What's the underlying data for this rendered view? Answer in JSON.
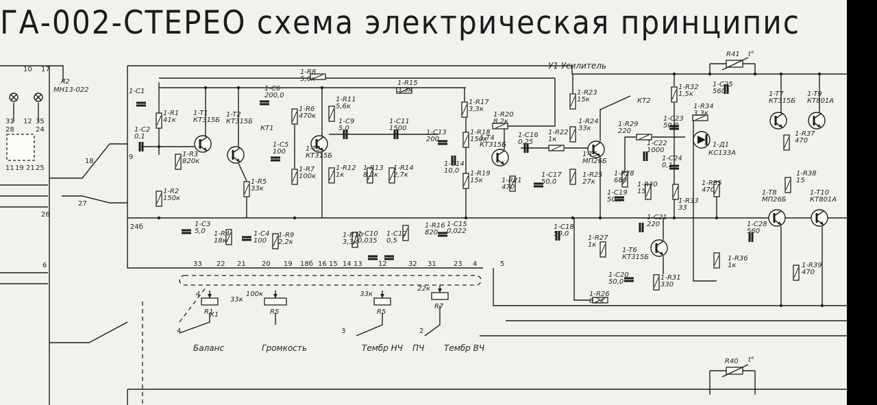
{
  "title": "ГА-002-СТЕРЕО схема электрическая принципис",
  "lamp": {
    "ref": "Л2",
    "type": "МН13-022"
  },
  "block": {
    "label": "У1 Усилитель"
  },
  "controls": [
    {
      "id": "balance",
      "label": "Баланс",
      "ref": "R1",
      "pin": "4"
    },
    {
      "id": "volume",
      "label": "Громкость",
      "ref": "R5",
      "pin": ""
    },
    {
      "id": "bass",
      "label": "Тембр НЧ",
      "ref": "R5",
      "pin": "3"
    },
    {
      "id": "treble",
      "label": "Тембр ВЧ",
      "ref": "R7",
      "pin": "2"
    }
  ],
  "transistors": [
    {
      "ref": "1-T1",
      "type": "КТ315Б"
    },
    {
      "ref": "1-T2",
      "type": "КТ315Б"
    },
    {
      "ref": "1-T3",
      "type": "КТ315Б"
    },
    {
      "ref": "1-T4",
      "type": "КТ315Б"
    },
    {
      "ref": "1-T5",
      "type": "МП26Б"
    },
    {
      "ref": "1-T6",
      "type": "КТ315Б"
    },
    {
      "ref": "1-T7",
      "type": "КТ315Б"
    },
    {
      "ref": "1-T8",
      "type": "МП26Б"
    },
    {
      "ref": "1-T9",
      "type": "КТ801А"
    },
    {
      "ref": "1-T10",
      "type": "КТ801А"
    }
  ],
  "diode": {
    "ref": "1-Д1",
    "type": "КС133А"
  },
  "resistors": [
    {
      "ref": "1-R1",
      "value": "41к"
    },
    {
      "ref": "1-R2",
      "value": "150к"
    },
    {
      "ref": "1-R3",
      "value": "820к"
    },
    {
      "ref": "1-R4",
      "value": "18к"
    },
    {
      "ref": "1-R5",
      "value": "33к"
    },
    {
      "ref": "1-R6",
      "value": "470к"
    },
    {
      "ref": "1-R7",
      "value": "100к"
    },
    {
      "ref": "1-R8",
      "value": "5,6к"
    },
    {
      "ref": "1-R9",
      "value": "2,2к"
    },
    {
      "ref": "1-R10",
      "value": "3,3к"
    },
    {
      "ref": "1-R11",
      "value": "5,6к"
    },
    {
      "ref": "1-R12",
      "value": "1к"
    },
    {
      "ref": "1-R13",
      "value": "8,2к"
    },
    {
      "ref": "1-R14",
      "value": "2,7к"
    },
    {
      "ref": "1-R15",
      "value": "3,3к"
    },
    {
      "ref": "1-R16",
      "value": "820"
    },
    {
      "ref": "1-R17",
      "value": "3,3к"
    },
    {
      "ref": "1-R18",
      "value": "150к"
    },
    {
      "ref": "1-R19",
      "value": "15к"
    },
    {
      "ref": "1-R20",
      "value": "8,2к"
    },
    {
      "ref": "1-R21",
      "value": "470"
    },
    {
      "ref": "1-R22",
      "value": "1к"
    },
    {
      "ref": "1-R23",
      "value": "15к"
    },
    {
      "ref": "1-R24",
      "value": "33к"
    },
    {
      "ref": "1-R25",
      "value": "27к"
    },
    {
      "ref": "1-R26",
      "value": "8,2к"
    },
    {
      "ref": "1-R27",
      "value": "1к"
    },
    {
      "ref": "1-R28",
      "value": "680"
    },
    {
      "ref": "1-R29",
      "value": "220"
    },
    {
      "ref": "1-R30",
      "value": "15"
    },
    {
      "ref": "1-R31",
      "value": "330"
    },
    {
      "ref": "1-R32",
      "value": "1,5к"
    },
    {
      "ref": "1-R33",
      "value": "33"
    },
    {
      "ref": "1-R34",
      "value": "3,3к"
    },
    {
      "ref": "1-R35",
      "value": "470"
    },
    {
      "ref": "1-R36",
      "value": "1к"
    },
    {
      "ref": "1-R37",
      "value": "470"
    },
    {
      "ref": "1-R38",
      "value": "15"
    },
    {
      "ref": "1-R39",
      "value": "470"
    }
  ],
  "capacitors": [
    {
      "ref": "1-C1",
      "value": ""
    },
    {
      "ref": "1-C2",
      "value": "0,1"
    },
    {
      "ref": "1-C3",
      "value": "5,0"
    },
    {
      "ref": "1-C4",
      "value": "100"
    },
    {
      "ref": "1-C5",
      "value": "100"
    },
    {
      "ref": "1-C6",
      "value": "200,0"
    },
    {
      "ref": "1-C9",
      "value": "5,0"
    },
    {
      "ref": "1-C10",
      "value": "0,035"
    },
    {
      "ref": "1-C11",
      "value": "1500"
    },
    {
      "ref": "1-C12",
      "value": "0,5"
    },
    {
      "ref": "1-C13",
      "value": "200"
    },
    {
      "ref": "1-C14",
      "value": "10,0"
    },
    {
      "ref": "1-C15",
      "value": "0,022"
    },
    {
      "ref": "1-C16",
      "value": "0,25"
    },
    {
      "ref": "1-C17",
      "value": "50,0"
    },
    {
      "ref": "1-C18",
      "value": "50,0"
    },
    {
      "ref": "1-C19",
      "value": "50,0"
    },
    {
      "ref": "1-C20",
      "value": "50,0"
    },
    {
      "ref": "1-C21",
      "value": "220"
    },
    {
      "ref": "1-C22",
      "value": "1000"
    },
    {
      "ref": "1-C23",
      "value": "50,0"
    },
    {
      "ref": "1-C24",
      "value": "0,1"
    },
    {
      "ref": "1-C25",
      "value": "560"
    },
    {
      "ref": "1-C28",
      "value": "560"
    }
  ],
  "nodes": [
    "10",
    "17",
    "31",
    "12",
    "35",
    "28",
    "24",
    "11",
    "19",
    "21",
    "25",
    "9",
    "18",
    "27",
    "26",
    "24б",
    "33",
    "22",
    "21",
    "20",
    "19",
    "18б",
    "16",
    "15",
    "14",
    "13",
    "12",
    "32",
    "31",
    "23",
    "4",
    "5",
    "6"
  ],
  "misc": {
    "kt1": "КТ1",
    "kt2": "КТ2",
    "hk": "ПЧ",
    "x1": "Х1",
    "pot_volume": "100к",
    "pot_balance": "33к",
    "pot_treble": "22к",
    "pot_bass": "33к",
    "ntc": "R41",
    "ntc_b": "R40",
    "t_symbol": "t°"
  }
}
